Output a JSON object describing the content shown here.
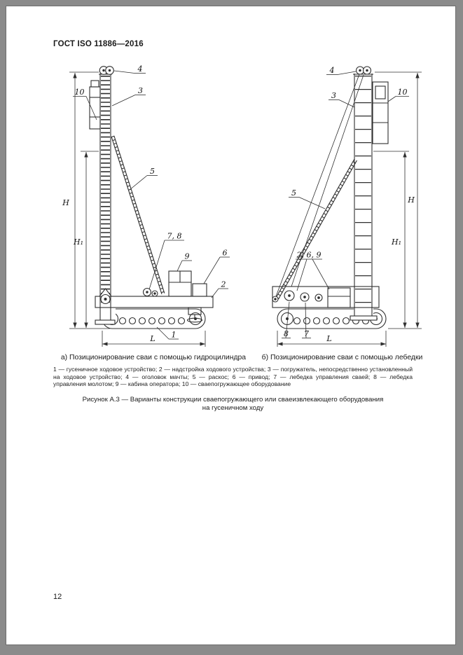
{
  "colors": {
    "frame": "#8b8b8b",
    "page": "#ffffff",
    "ink": "#1a1a1a"
  },
  "page": {
    "header": "ГОСТ ISO 11886—2016",
    "page_number": "12"
  },
  "figure": {
    "sub_a": {
      "caption": "а) Позиционирование сваи с помощью гидроцилиндра",
      "labels": {
        "n1": "1",
        "n2": "2",
        "n3": "3",
        "n4": "4",
        "n5": "5",
        "n6": "6",
        "n78": "7, 8",
        "n9": "9",
        "n10": "10",
        "dim_h": "H",
        "dim_h1": "H₁",
        "dim_l": "L"
      }
    },
    "sub_b": {
      "caption": "б) Позиционирование сваи с помощью лебедки",
      "labels": {
        "n3": "3",
        "n4": "4",
        "n5": "5",
        "n7": "7",
        "n8": "8",
        "n10": "10",
        "group": "2, 6, 9",
        "dim_h": "H",
        "dim_h1": "H₁",
        "dim_l": "L"
      }
    },
    "legend": "1 — гусеничное ходовое устройство; 2 — надстройка ходового устройства; 3 — погружатель, непосредственно установленный на ходовое устройство; 4 — оголовок мачты; 5 — раскос; 6 — привод; 7 — лебедка управления сваей; 8 — лебедка управления молотом; 9 — кабина оператора; 10 — сваепогружающее оборудование",
    "caption_line1": "Рисунок А.3 — Варианты конструкции сваепогружающего или сваеизвлекающего оборудования",
    "caption_line2": "на гусеничном ходу"
  }
}
